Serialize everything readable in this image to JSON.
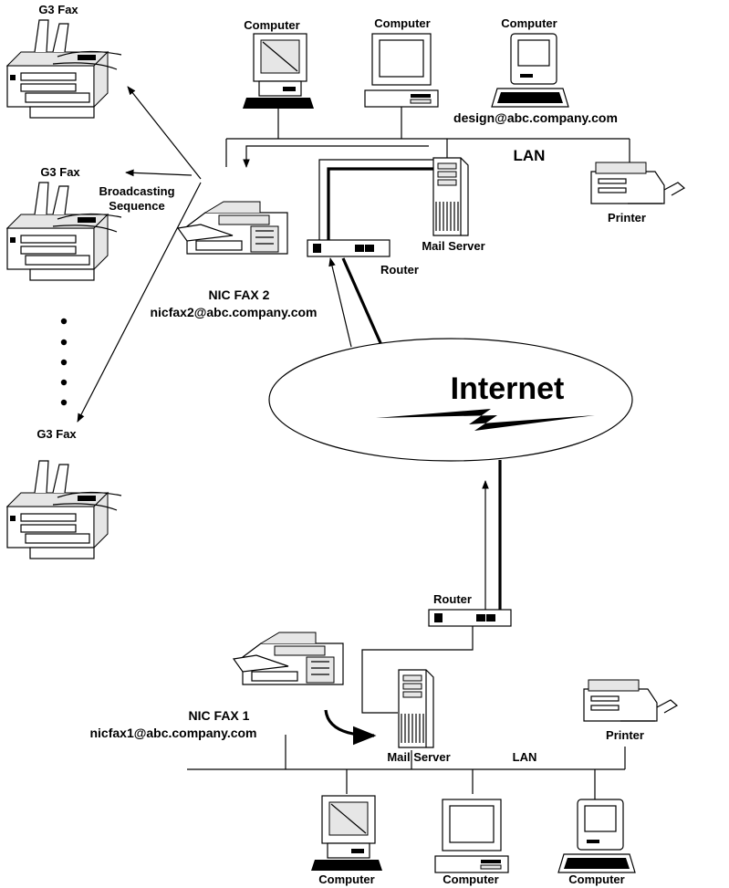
{
  "labels": {
    "g3_fax_1": "G3 Fax",
    "g3_fax_2": "G3 Fax",
    "g3_fax_3": "G3 Fax",
    "broadcasting_line1": "Broadcasting",
    "broadcasting_line2": "Sequence",
    "top_computer_1": "Computer",
    "top_computer_2": "Computer",
    "top_computer_3": "Computer",
    "design_email": "design@abc.company.com",
    "top_lan": "LAN",
    "top_printer": "Printer",
    "top_mail_server": "Mail Server",
    "top_router": "Router",
    "nic_fax_2": "NIC FAX 2",
    "nic_fax_2_email": "nicfax2@abc.company.com",
    "internet": "Internet",
    "bottom_router": "Router",
    "nic_fax_1": "NIC FAX 1",
    "nic_fax_1_email": "nicfax1@abc.company.com",
    "bottom_mail_server": "Mail Server",
    "bottom_lan": "LAN",
    "bottom_printer": "Printer",
    "bottom_computer_1": "Computer",
    "bottom_computer_2": "Computer",
    "bottom_computer_3": "Computer"
  }
}
